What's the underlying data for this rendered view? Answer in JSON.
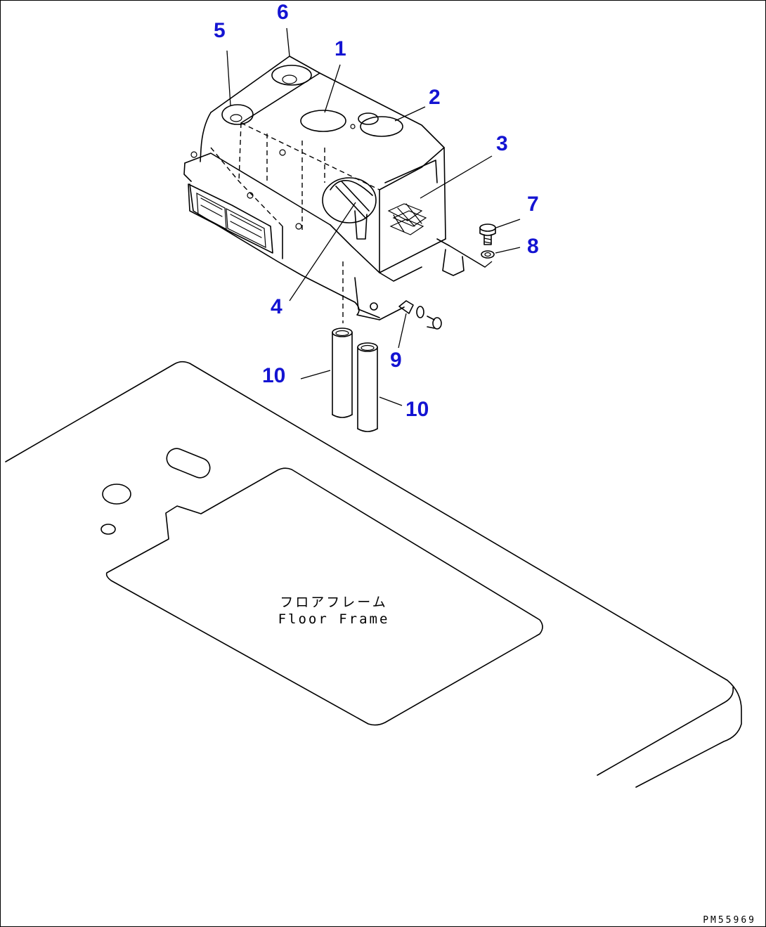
{
  "diagram": {
    "callouts": [
      "1",
      "2",
      "3",
      "4",
      "5",
      "6",
      "7",
      "8",
      "9",
      "10",
      "10"
    ],
    "frame_label_jp": "フロアフレーム",
    "frame_label_en": "Floor Frame",
    "drawing_code": "PM55969"
  }
}
